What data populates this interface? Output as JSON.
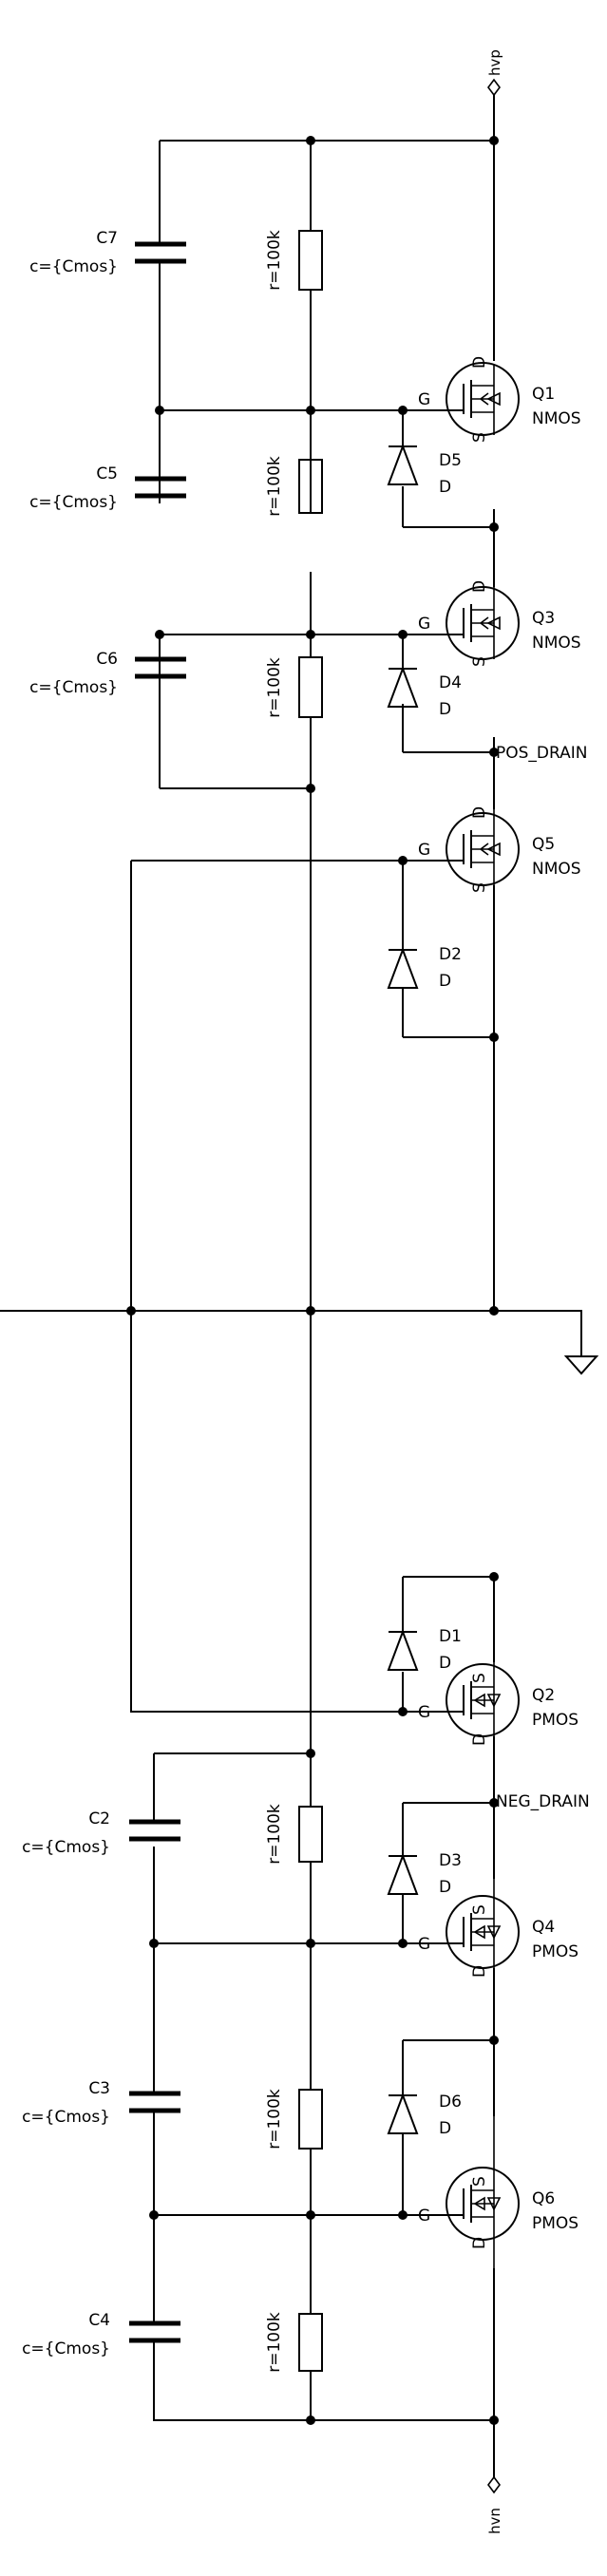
{
  "nets": {
    "top": "hvp",
    "bottom": "hvn",
    "pos_drain": "POS_DRAIN",
    "neg_drain": "NEG_DRAIN"
  },
  "pins": {
    "gate": "G",
    "source": "S",
    "drain": "D"
  },
  "capacitors": [
    {
      "name": "C7",
      "value": "c={Cmos}"
    },
    {
      "name": "C5",
      "value": "c={Cmos}"
    },
    {
      "name": "C6",
      "value": "c={Cmos}"
    },
    {
      "name": "C2",
      "value": "c={Cmos}"
    },
    {
      "name": "C3",
      "value": "c={Cmos}"
    },
    {
      "name": "C4",
      "value": "c={Cmos}"
    }
  ],
  "resistors": [
    {
      "value": "r=100k"
    },
    {
      "value": "r=100k"
    },
    {
      "value": "r=100k"
    },
    {
      "value": "r=100k"
    },
    {
      "value": "r=100k"
    },
    {
      "value": "r=100k"
    }
  ],
  "diodes": [
    {
      "name": "D5",
      "model": "D"
    },
    {
      "name": "D4",
      "model": "D"
    },
    {
      "name": "D2",
      "model": "D"
    },
    {
      "name": "D1",
      "model": "D"
    },
    {
      "name": "D3",
      "model": "D"
    },
    {
      "name": "D6",
      "model": "D"
    }
  ],
  "transistors": [
    {
      "name": "Q1",
      "model": "NMOS"
    },
    {
      "name": "Q3",
      "model": "NMOS"
    },
    {
      "name": "Q5",
      "model": "NMOS"
    },
    {
      "name": "Q2",
      "model": "PMOS"
    },
    {
      "name": "Q4",
      "model": "PMOS"
    },
    {
      "name": "Q6",
      "model": "PMOS"
    }
  ]
}
